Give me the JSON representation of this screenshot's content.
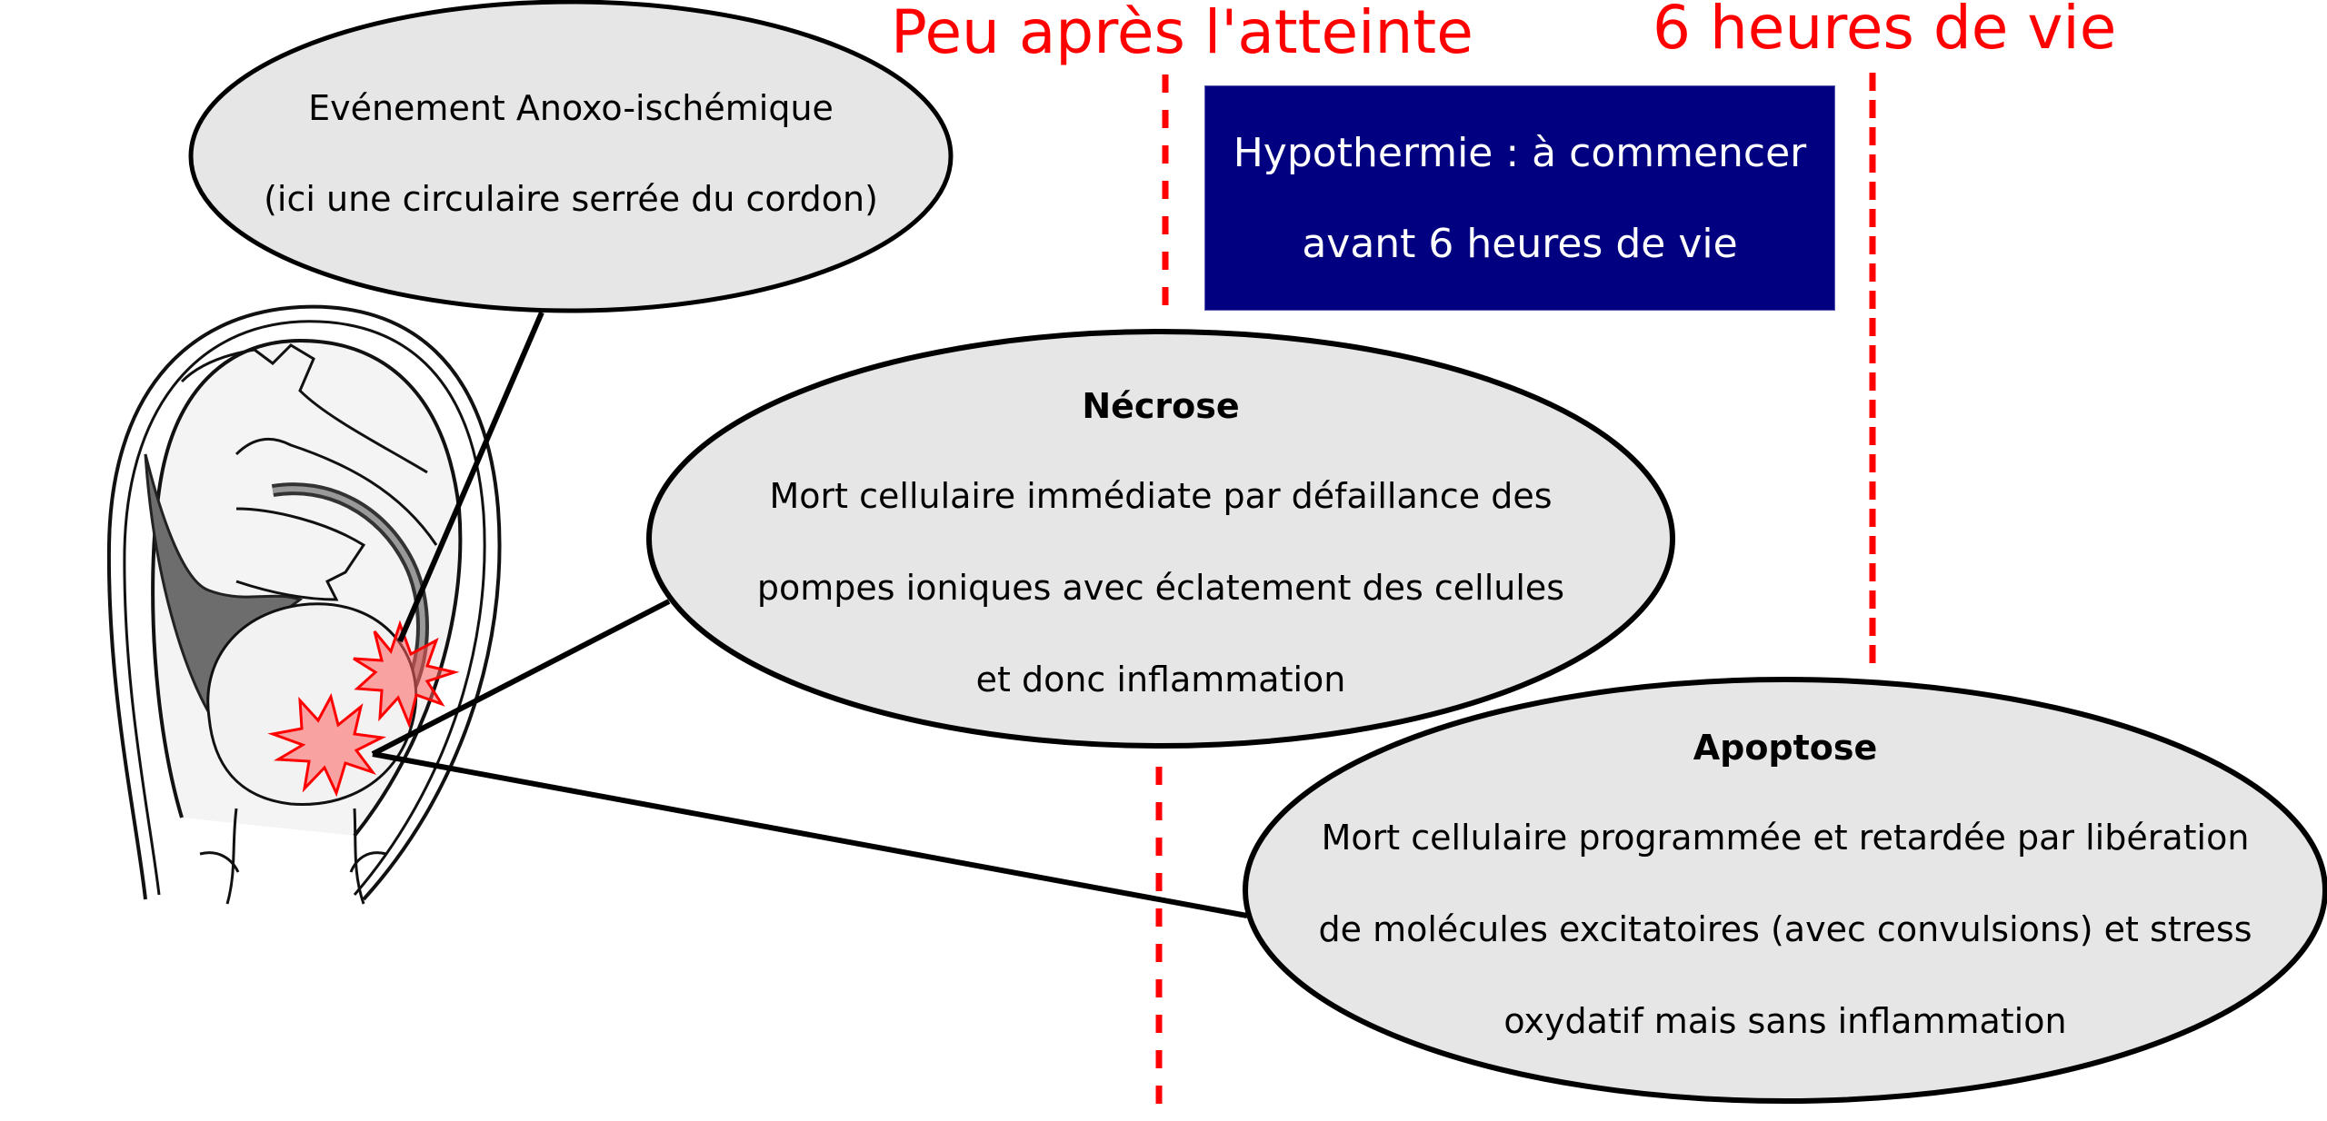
{
  "timeline": {
    "early_label": "Peu après l'atteinte",
    "late_label": "6 heures de vie",
    "marker_color": "#ff0000"
  },
  "therapy_box": {
    "line1": "Hypothermie : à commencer",
    "line2": "avant 6 heures de vie",
    "background": "#000080",
    "text_color": "#ffffff"
  },
  "event_bubble": {
    "line1": "Evénement Anoxo-ischémique",
    "line2": "(ici une circulaire serrée du cordon)"
  },
  "necrose_bubble": {
    "title": "Nécrose",
    "line1": "Mort cellulaire immédiate par défaillance des",
    "line2": "pompes ioniques avec éclatement des cellules",
    "line3": "et donc inflammation"
  },
  "apoptose_bubble": {
    "title": "Apoptose",
    "line1": "Mort cellulaire programmée et retardée par libération",
    "line2": "de molécules excitatoires (avec convulsions) et stress",
    "line3": "oxydatif mais sans inflammation"
  },
  "illustration": {
    "subject": "fetus-in-utero-with-nuchal-cord",
    "lesion_color": "#ff0000",
    "lesion_fill": "#ff9a9a"
  },
  "bubble_fill": "#e6e6e6"
}
